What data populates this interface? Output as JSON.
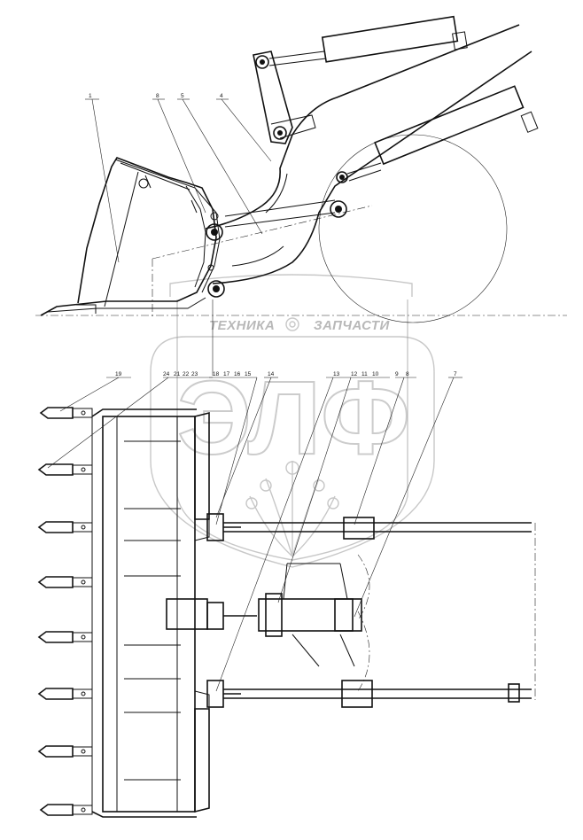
{
  "callouts_top": [
    "1",
    "8",
    "5",
    "4"
  ],
  "callouts_plan": [
    "19",
    "24",
    "21",
    "22",
    "23",
    "18",
    "17",
    "16",
    "15",
    "14",
    "13",
    "12",
    "11",
    "10",
    "9",
    "8",
    "7"
  ],
  "watermark": {
    "line1": "ТЕХНИКА",
    "line2": "ЗАПЧАСТИ",
    "logo_letters": "ЭЛФ"
  },
  "colors": {
    "lines": "#111111",
    "watermark": "#9a9a9a",
    "background": "#ffffff"
  }
}
